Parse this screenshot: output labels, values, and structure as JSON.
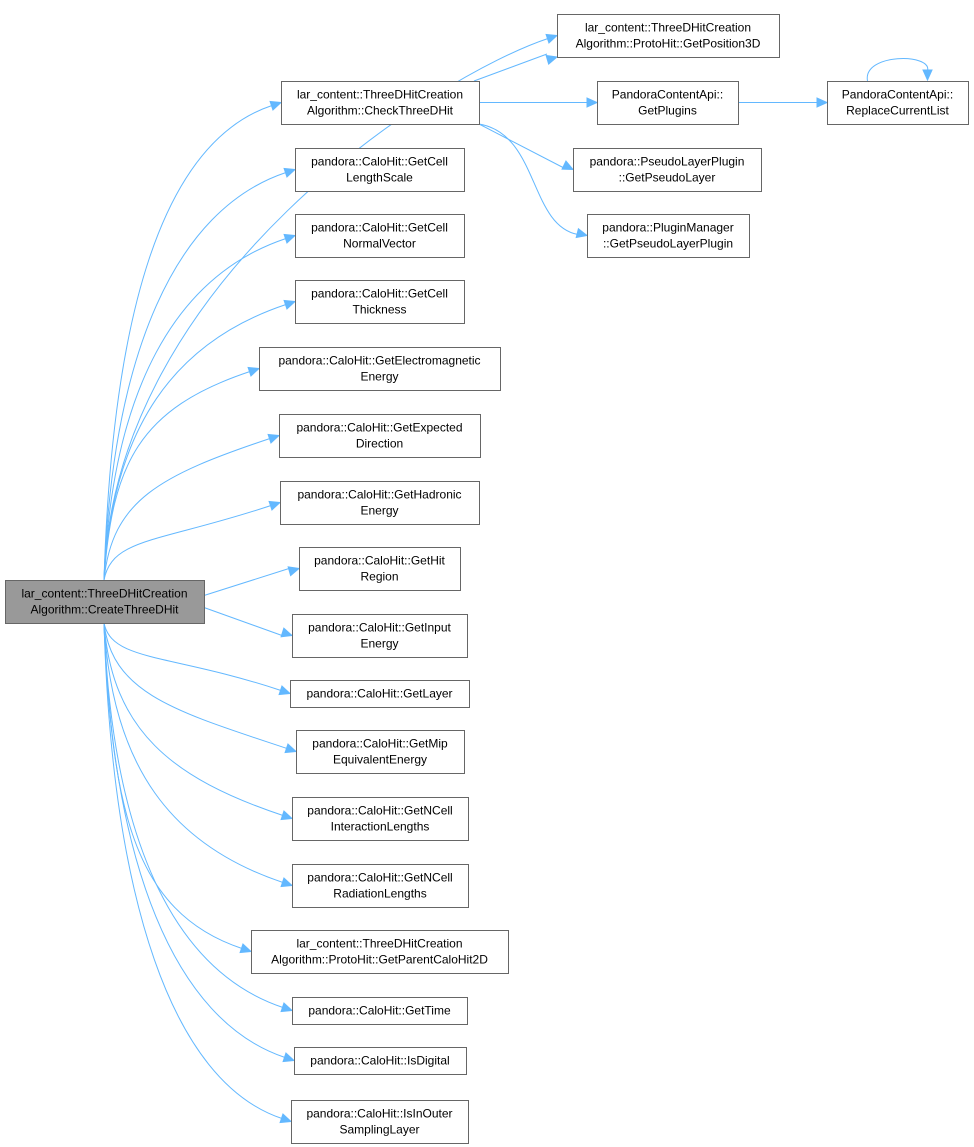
{
  "diagram": {
    "colors": {
      "edge": "#63b8ff",
      "node_border": "#666666",
      "root_fill": "#999999",
      "node_fill": "#ffffff"
    },
    "nodes": [
      {
        "id": "root",
        "lines": [
          "lar_content::ThreeDHitCreation",
          "Algorithm::CreateThreeDHit"
        ],
        "root": true
      },
      {
        "id": "getpos3d",
        "lines": [
          "lar_content::ThreeDHitCreation",
          "Algorithm::ProtoHit::GetPosition3D"
        ]
      },
      {
        "id": "check",
        "lines": [
          "lar_content::ThreeDHitCreation",
          "Algorithm::CheckThreeDHit"
        ]
      },
      {
        "id": "getplugins",
        "lines": [
          "PandoraContentApi::",
          "GetPlugins"
        ]
      },
      {
        "id": "replace",
        "lines": [
          "PandoraContentApi::",
          "ReplaceCurrentList"
        ]
      },
      {
        "id": "pseudolayer",
        "lines": [
          "pandora::PseudoLayerPlugin",
          "::GetPseudoLayer"
        ]
      },
      {
        "id": "pluginmgr",
        "lines": [
          "pandora::PluginManager",
          "::GetPseudoLayerPlugin"
        ]
      },
      {
        "id": "lengthscale",
        "lines": [
          "pandora::CaloHit::GetCell",
          "LengthScale"
        ]
      },
      {
        "id": "normal",
        "lines": [
          "pandora::CaloHit::GetCell",
          "NormalVector"
        ]
      },
      {
        "id": "thickness",
        "lines": [
          "pandora::CaloHit::GetCell",
          "Thickness"
        ]
      },
      {
        "id": "em",
        "lines": [
          "pandora::CaloHit::GetElectromagnetic",
          "Energy"
        ]
      },
      {
        "id": "expdir",
        "lines": [
          "pandora::CaloHit::GetExpected",
          "Direction"
        ]
      },
      {
        "id": "hadronic",
        "lines": [
          "pandora::CaloHit::GetHadronic",
          "Energy"
        ]
      },
      {
        "id": "hitregion",
        "lines": [
          "pandora::CaloHit::GetHit",
          "Region"
        ]
      },
      {
        "id": "input",
        "lines": [
          "pandora::CaloHit::GetInput",
          "Energy"
        ]
      },
      {
        "id": "layer",
        "lines": [
          "pandora::CaloHit::GetLayer"
        ]
      },
      {
        "id": "mip",
        "lines": [
          "pandora::CaloHit::GetMip",
          "EquivalentEnergy"
        ]
      },
      {
        "id": "ncellint",
        "lines": [
          "pandora::CaloHit::GetNCell",
          "InteractionLengths"
        ]
      },
      {
        "id": "ncellrad",
        "lines": [
          "pandora::CaloHit::GetNCell",
          "RadiationLengths"
        ]
      },
      {
        "id": "parent2d",
        "lines": [
          "lar_content::ThreeDHitCreation",
          "Algorithm::ProtoHit::GetParentCaloHit2D"
        ]
      },
      {
        "id": "time",
        "lines": [
          "pandora::CaloHit::GetTime"
        ]
      },
      {
        "id": "digital",
        "lines": [
          "pandora::CaloHit::IsDigital"
        ]
      },
      {
        "id": "outer",
        "lines": [
          "pandora::CaloHit::IsInOuter",
          "SamplingLayer"
        ]
      }
    ],
    "edges": [
      {
        "from": "root",
        "to": "getpos3d"
      },
      {
        "from": "root",
        "to": "check"
      },
      {
        "from": "root",
        "to": "lengthscale"
      },
      {
        "from": "root",
        "to": "normal"
      },
      {
        "from": "root",
        "to": "thickness"
      },
      {
        "from": "root",
        "to": "em"
      },
      {
        "from": "root",
        "to": "expdir"
      },
      {
        "from": "root",
        "to": "hadronic"
      },
      {
        "from": "root",
        "to": "hitregion"
      },
      {
        "from": "root",
        "to": "input"
      },
      {
        "from": "root",
        "to": "layer"
      },
      {
        "from": "root",
        "to": "mip"
      },
      {
        "from": "root",
        "to": "ncellint"
      },
      {
        "from": "root",
        "to": "ncellrad"
      },
      {
        "from": "root",
        "to": "parent2d"
      },
      {
        "from": "root",
        "to": "time"
      },
      {
        "from": "root",
        "to": "digital"
      },
      {
        "from": "root",
        "to": "outer"
      },
      {
        "from": "check",
        "to": "getpos3d"
      },
      {
        "from": "check",
        "to": "getplugins"
      },
      {
        "from": "check",
        "to": "pseudolayer"
      },
      {
        "from": "check",
        "to": "pluginmgr"
      },
      {
        "from": "getplugins",
        "to": "replace"
      },
      {
        "from": "replace",
        "to": "replace"
      }
    ]
  }
}
